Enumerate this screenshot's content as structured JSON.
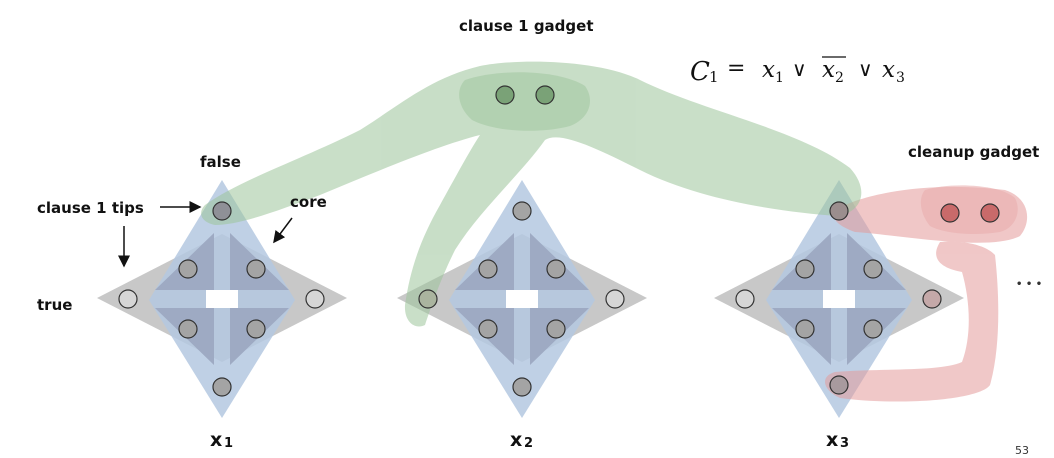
{
  "labels": {
    "clause_gadget": "clause 1 gadget",
    "cleanup_gadget": "cleanup gadget",
    "false_label": "false",
    "true_label": "true",
    "core_label": "core",
    "tips_label": "clause 1 tips",
    "ellipsis": "• • •",
    "page_number": "53"
  },
  "formula": {
    "lhs": "C",
    "lhs_sub": "1",
    "equals": "=",
    "t1": "x",
    "t1_sub": "1",
    "op1": "∨",
    "t2": "x",
    "t2_sub": "2",
    "op2": "∨",
    "t3": "x",
    "t3_sub": "3"
  },
  "variables": [
    {
      "name": "x",
      "sub": "1"
    },
    {
      "name": "x",
      "sub": "2"
    },
    {
      "name": "x",
      "sub": "3"
    }
  ],
  "colors": {
    "gray_diamond": "#c8c8c8",
    "blue_diamond": "#b4c8e1",
    "core_triangle": "#9eaac3",
    "node_fill": "#a4a4a4",
    "clause_green": "#9cc49a",
    "cleanup_red": "#e49a9a"
  }
}
